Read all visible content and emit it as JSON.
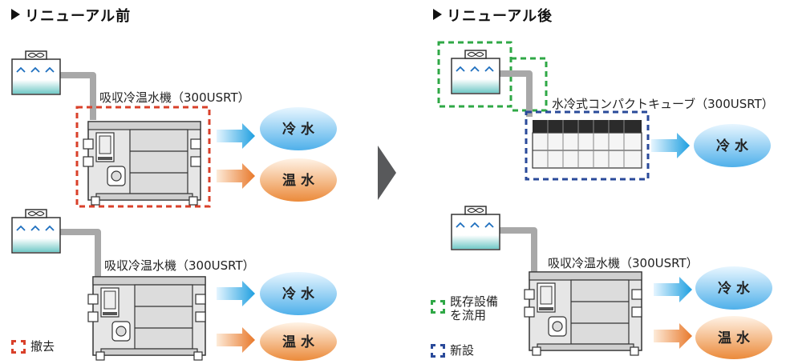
{
  "before": {
    "title": "リニューアル前",
    "unit1": {
      "label": "吸収冷温水機（300USRT）",
      "cold": "冷 水",
      "hot": "温 水"
    },
    "unit2": {
      "label": "吸収冷温水機（300USRT）",
      "cold": "冷 水",
      "hot": "温 水"
    },
    "legend_removed": "撤去"
  },
  "after": {
    "title": "リニューアル後",
    "unit1": {
      "label": "水冷式コンパクトキューブ（300USRT）",
      "cold": "冷 水"
    },
    "unit2": {
      "label": "吸収冷温水機（300USRT）",
      "cold": "冷 水",
      "hot": "温 水"
    },
    "legend_existing": [
      "既存設備",
      "を流用"
    ],
    "legend_new": "新設"
  },
  "colors": {
    "removed": "#d9402a",
    "existing": "#2fa846",
    "new": "#2a4a9a",
    "cold_arrow": "#1e9fe0",
    "hot_arrow": "#e8782a",
    "pipe": "#a8a8a8",
    "next_arrow": "#58595b"
  }
}
